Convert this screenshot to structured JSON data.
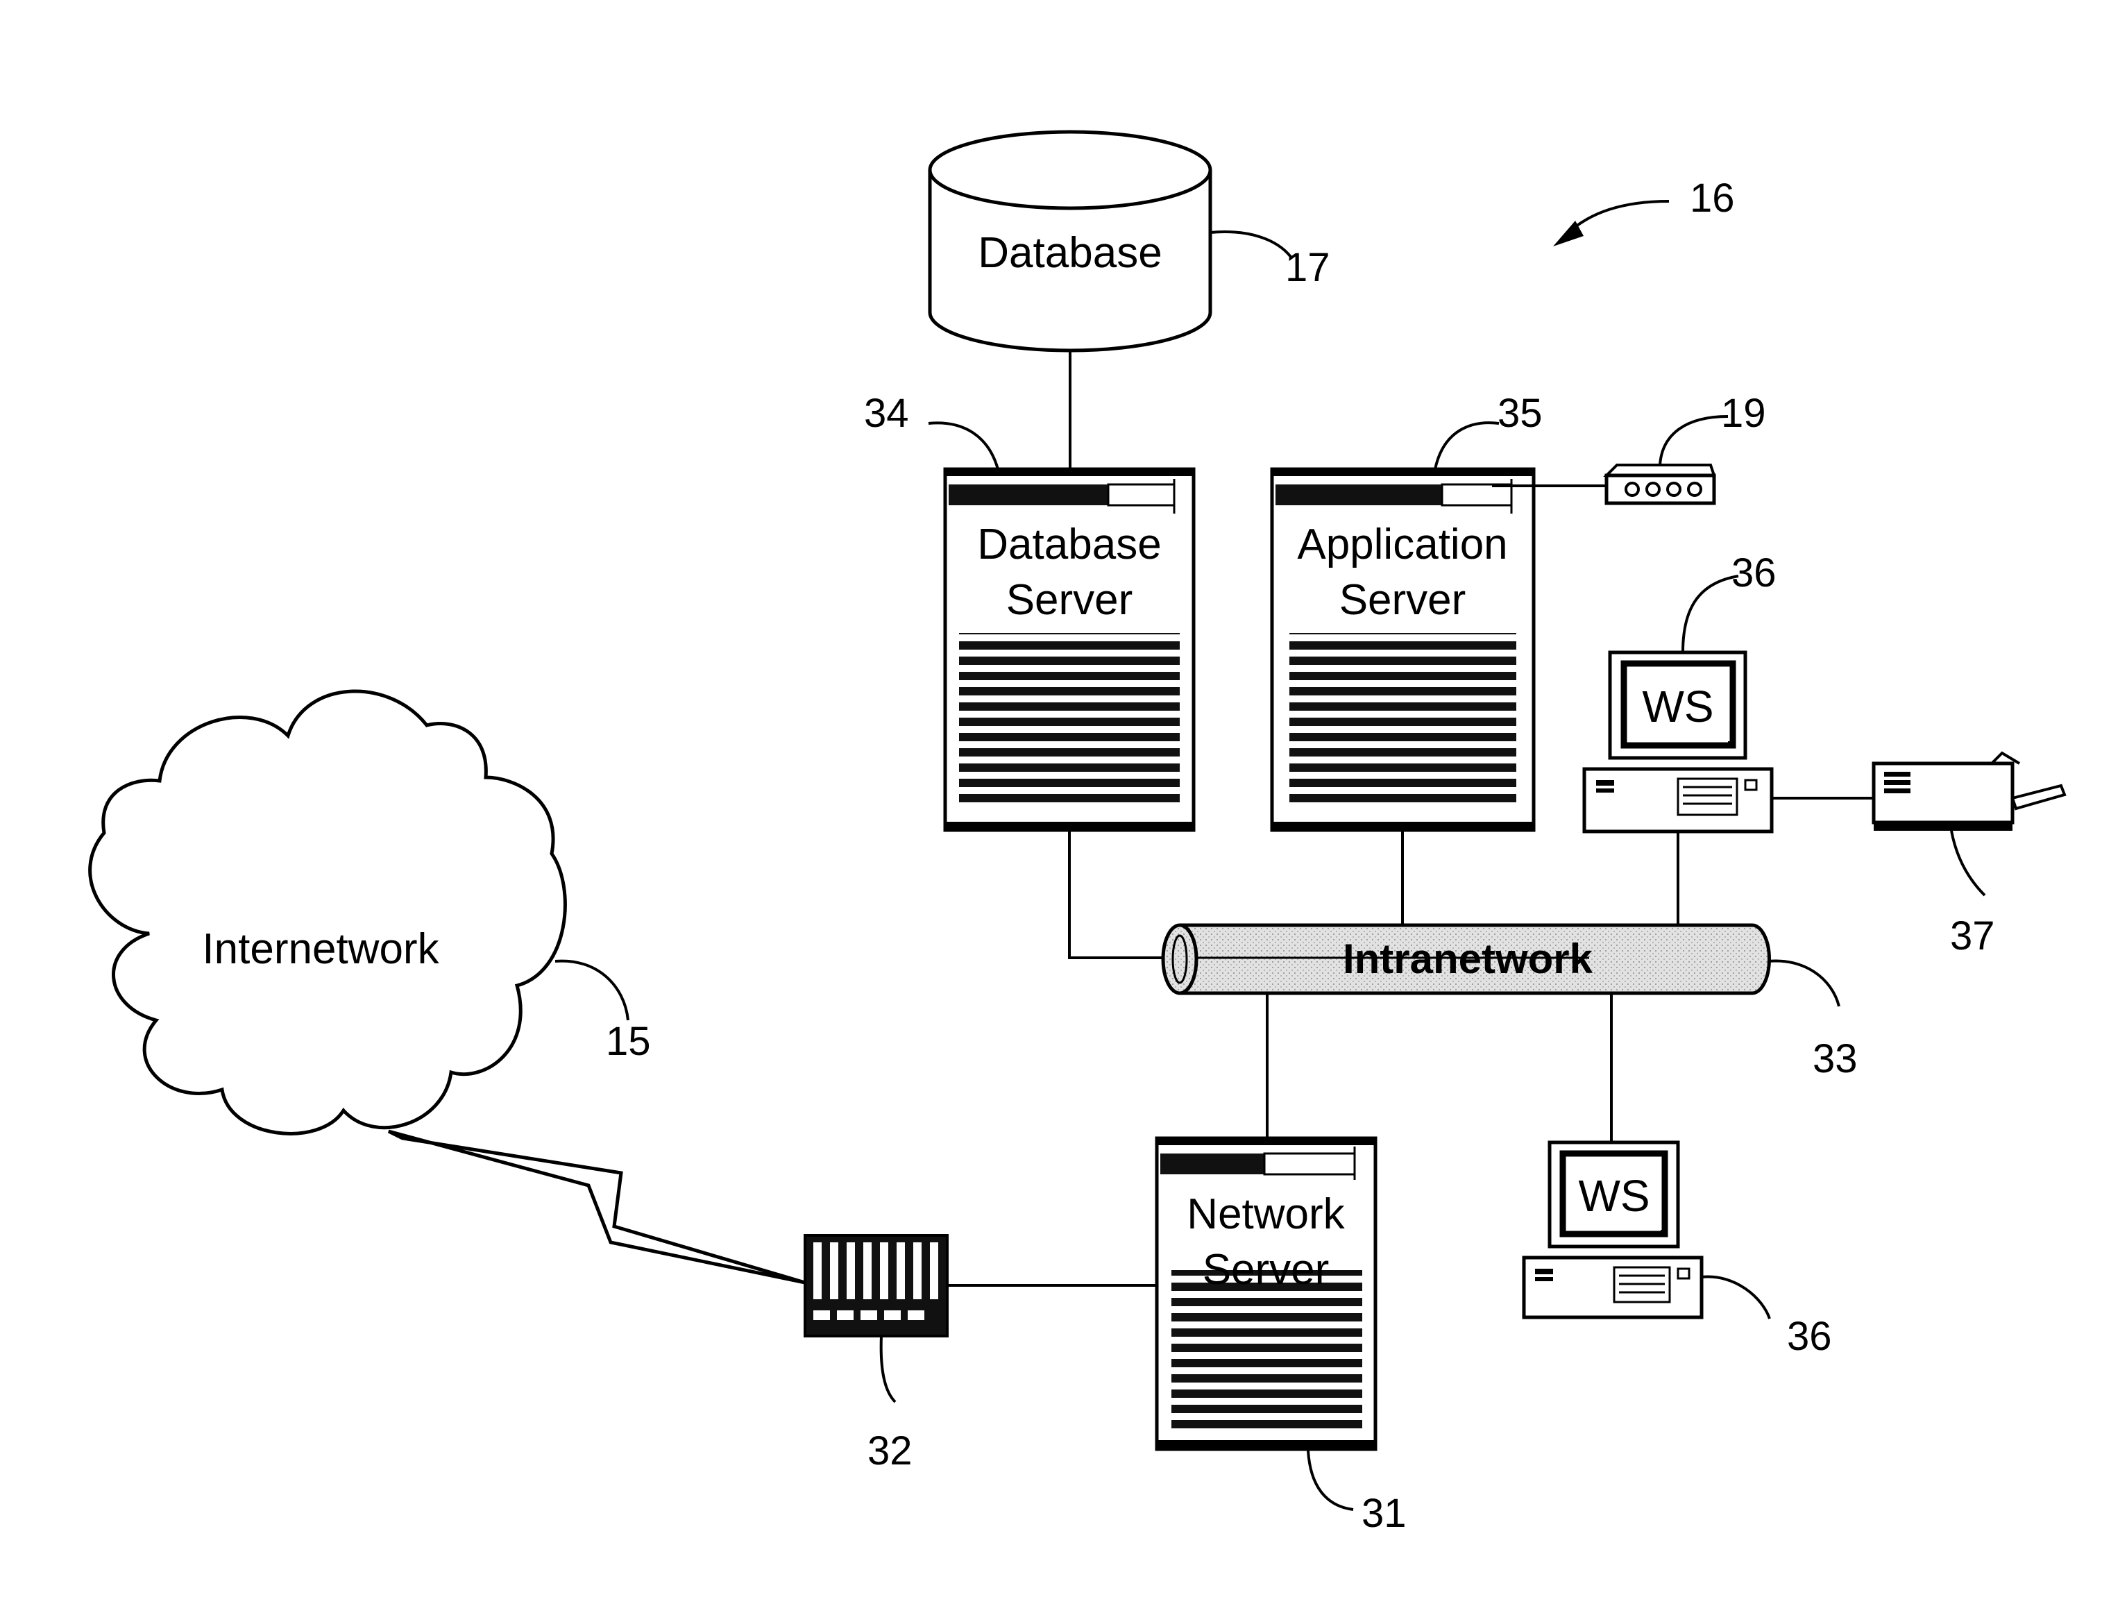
{
  "figure_number": "16",
  "database": {
    "label": "Database",
    "ref": "17"
  },
  "database_server": {
    "line1": "Database",
    "line2": "Server",
    "ref": "34"
  },
  "application_server": {
    "line1": "Application",
    "line2": "Server",
    "ref": "35"
  },
  "router": {
    "ref": "19"
  },
  "workstation_top": {
    "label": "WS",
    "ref": "36"
  },
  "workstation_bottom": {
    "label": "WS",
    "ref": "36"
  },
  "printer": {
    "ref": "37"
  },
  "intranetwork": {
    "label": "Intranetwork",
    "ref": "33"
  },
  "internetwork": {
    "label": "Internetwork",
    "ref": "15"
  },
  "network_server": {
    "line1": "Network",
    "line2": "Server",
    "ref": "31"
  },
  "gateway": {
    "ref": "32"
  }
}
